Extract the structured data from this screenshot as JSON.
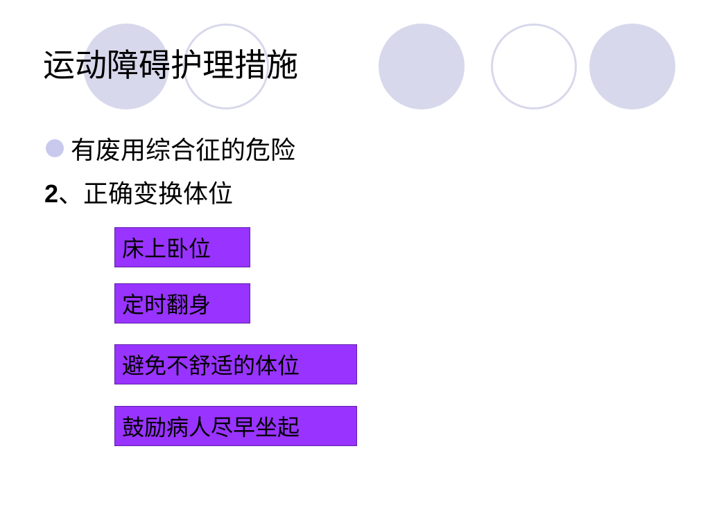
{
  "slide": {
    "title": "运动障碍护理措施",
    "bullet": "有废用综合征的危险",
    "section": {
      "number": "2",
      "text": "、正确变换体位"
    },
    "items": [
      "床上卧位",
      "定时翻身",
      "避免不舒适的体位",
      "鼓励病人尽早坐起"
    ]
  },
  "colors": {
    "circle_fill": "#d8d8ec",
    "bullet": "#c9c9ee",
    "box_fill": "#9933ff"
  }
}
